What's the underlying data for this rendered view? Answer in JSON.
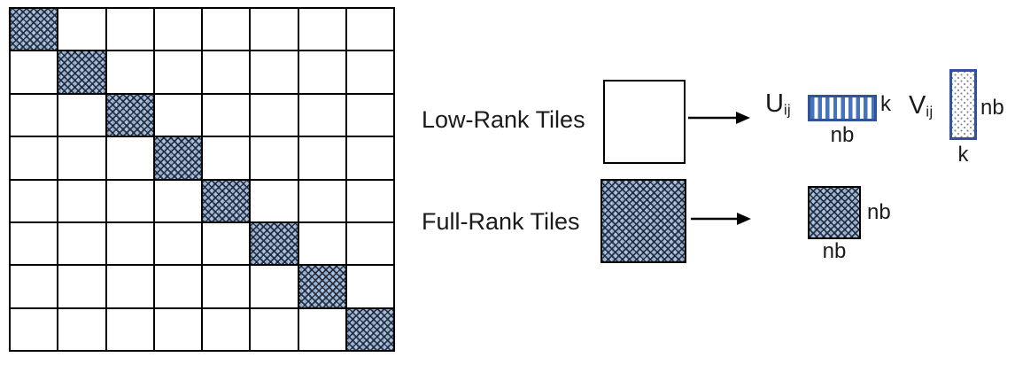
{
  "matrix": {
    "rows": 8,
    "cols": 8,
    "diagonal_tile_type": "full-rank",
    "off_diagonal_tile_type": "low-rank"
  },
  "legend": {
    "low_rank": {
      "label": "Low-Rank Tiles",
      "u_symbol": "U",
      "u_subscript": "ij",
      "u_rank_label": "k",
      "u_width_label": "nb",
      "v_symbol": "V",
      "v_subscript": "ij",
      "v_height_label": "nb",
      "v_width_label": "k"
    },
    "full_rank": {
      "label": "Full-Rank Tiles",
      "height_label": "nb",
      "width_label": "nb"
    }
  },
  "colors": {
    "tile_fill": "#9DB7D6",
    "tile_hatch_dark": "#1A2232",
    "factor_stripe_blue": "#4673BD",
    "factor_border_blue": "#30549B",
    "dot_gray": "#8D8D8D",
    "line_black": "#000000"
  }
}
